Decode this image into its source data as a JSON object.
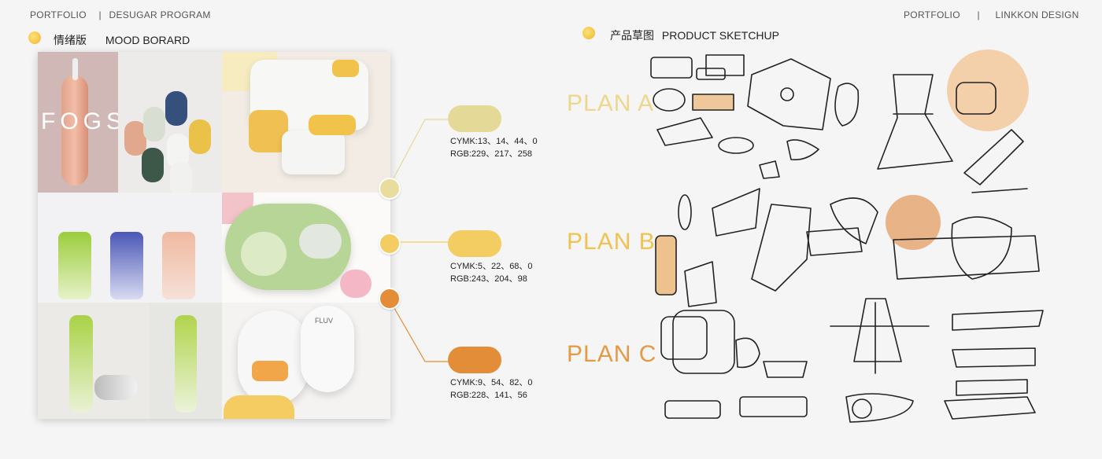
{
  "header": {
    "left_portfolio": "PORTFOLIO",
    "left_separator": "|",
    "left_program": "DESUGAR PROGRAM",
    "right_portfolio": "PORTFOLIO",
    "right_separator": "|",
    "right_brand": "LINKKON DESIGN"
  },
  "mood": {
    "title_cn": "情绪版",
    "title_en": "MOOD BORARD",
    "tile_text": "FOGS",
    "fluv_label": "FLUV"
  },
  "colors": [
    {
      "hex": "#e5d998",
      "cymk": "CYMK:13、14、44、0",
      "rgb": "RGB:229、217、258"
    },
    {
      "hex": "#f3cc62",
      "cymk": "CYMK:5、22、68、0",
      "rgb": "RGB:243、204、98"
    },
    {
      "hex": "#e48d38",
      "cymk": "CYMK:9、54、82、0",
      "rgb": "RGB:228、141、56"
    }
  ],
  "sketch": {
    "title_cn": "产品草图",
    "title_en": "PRODUCT SKETCHUP",
    "plans": [
      {
        "label": "PLAN A",
        "color": "#eed68c"
      },
      {
        "label": "PLAN B",
        "color": "#f0c24f"
      },
      {
        "label": "PLAN C",
        "color": "#e39a45"
      }
    ]
  }
}
